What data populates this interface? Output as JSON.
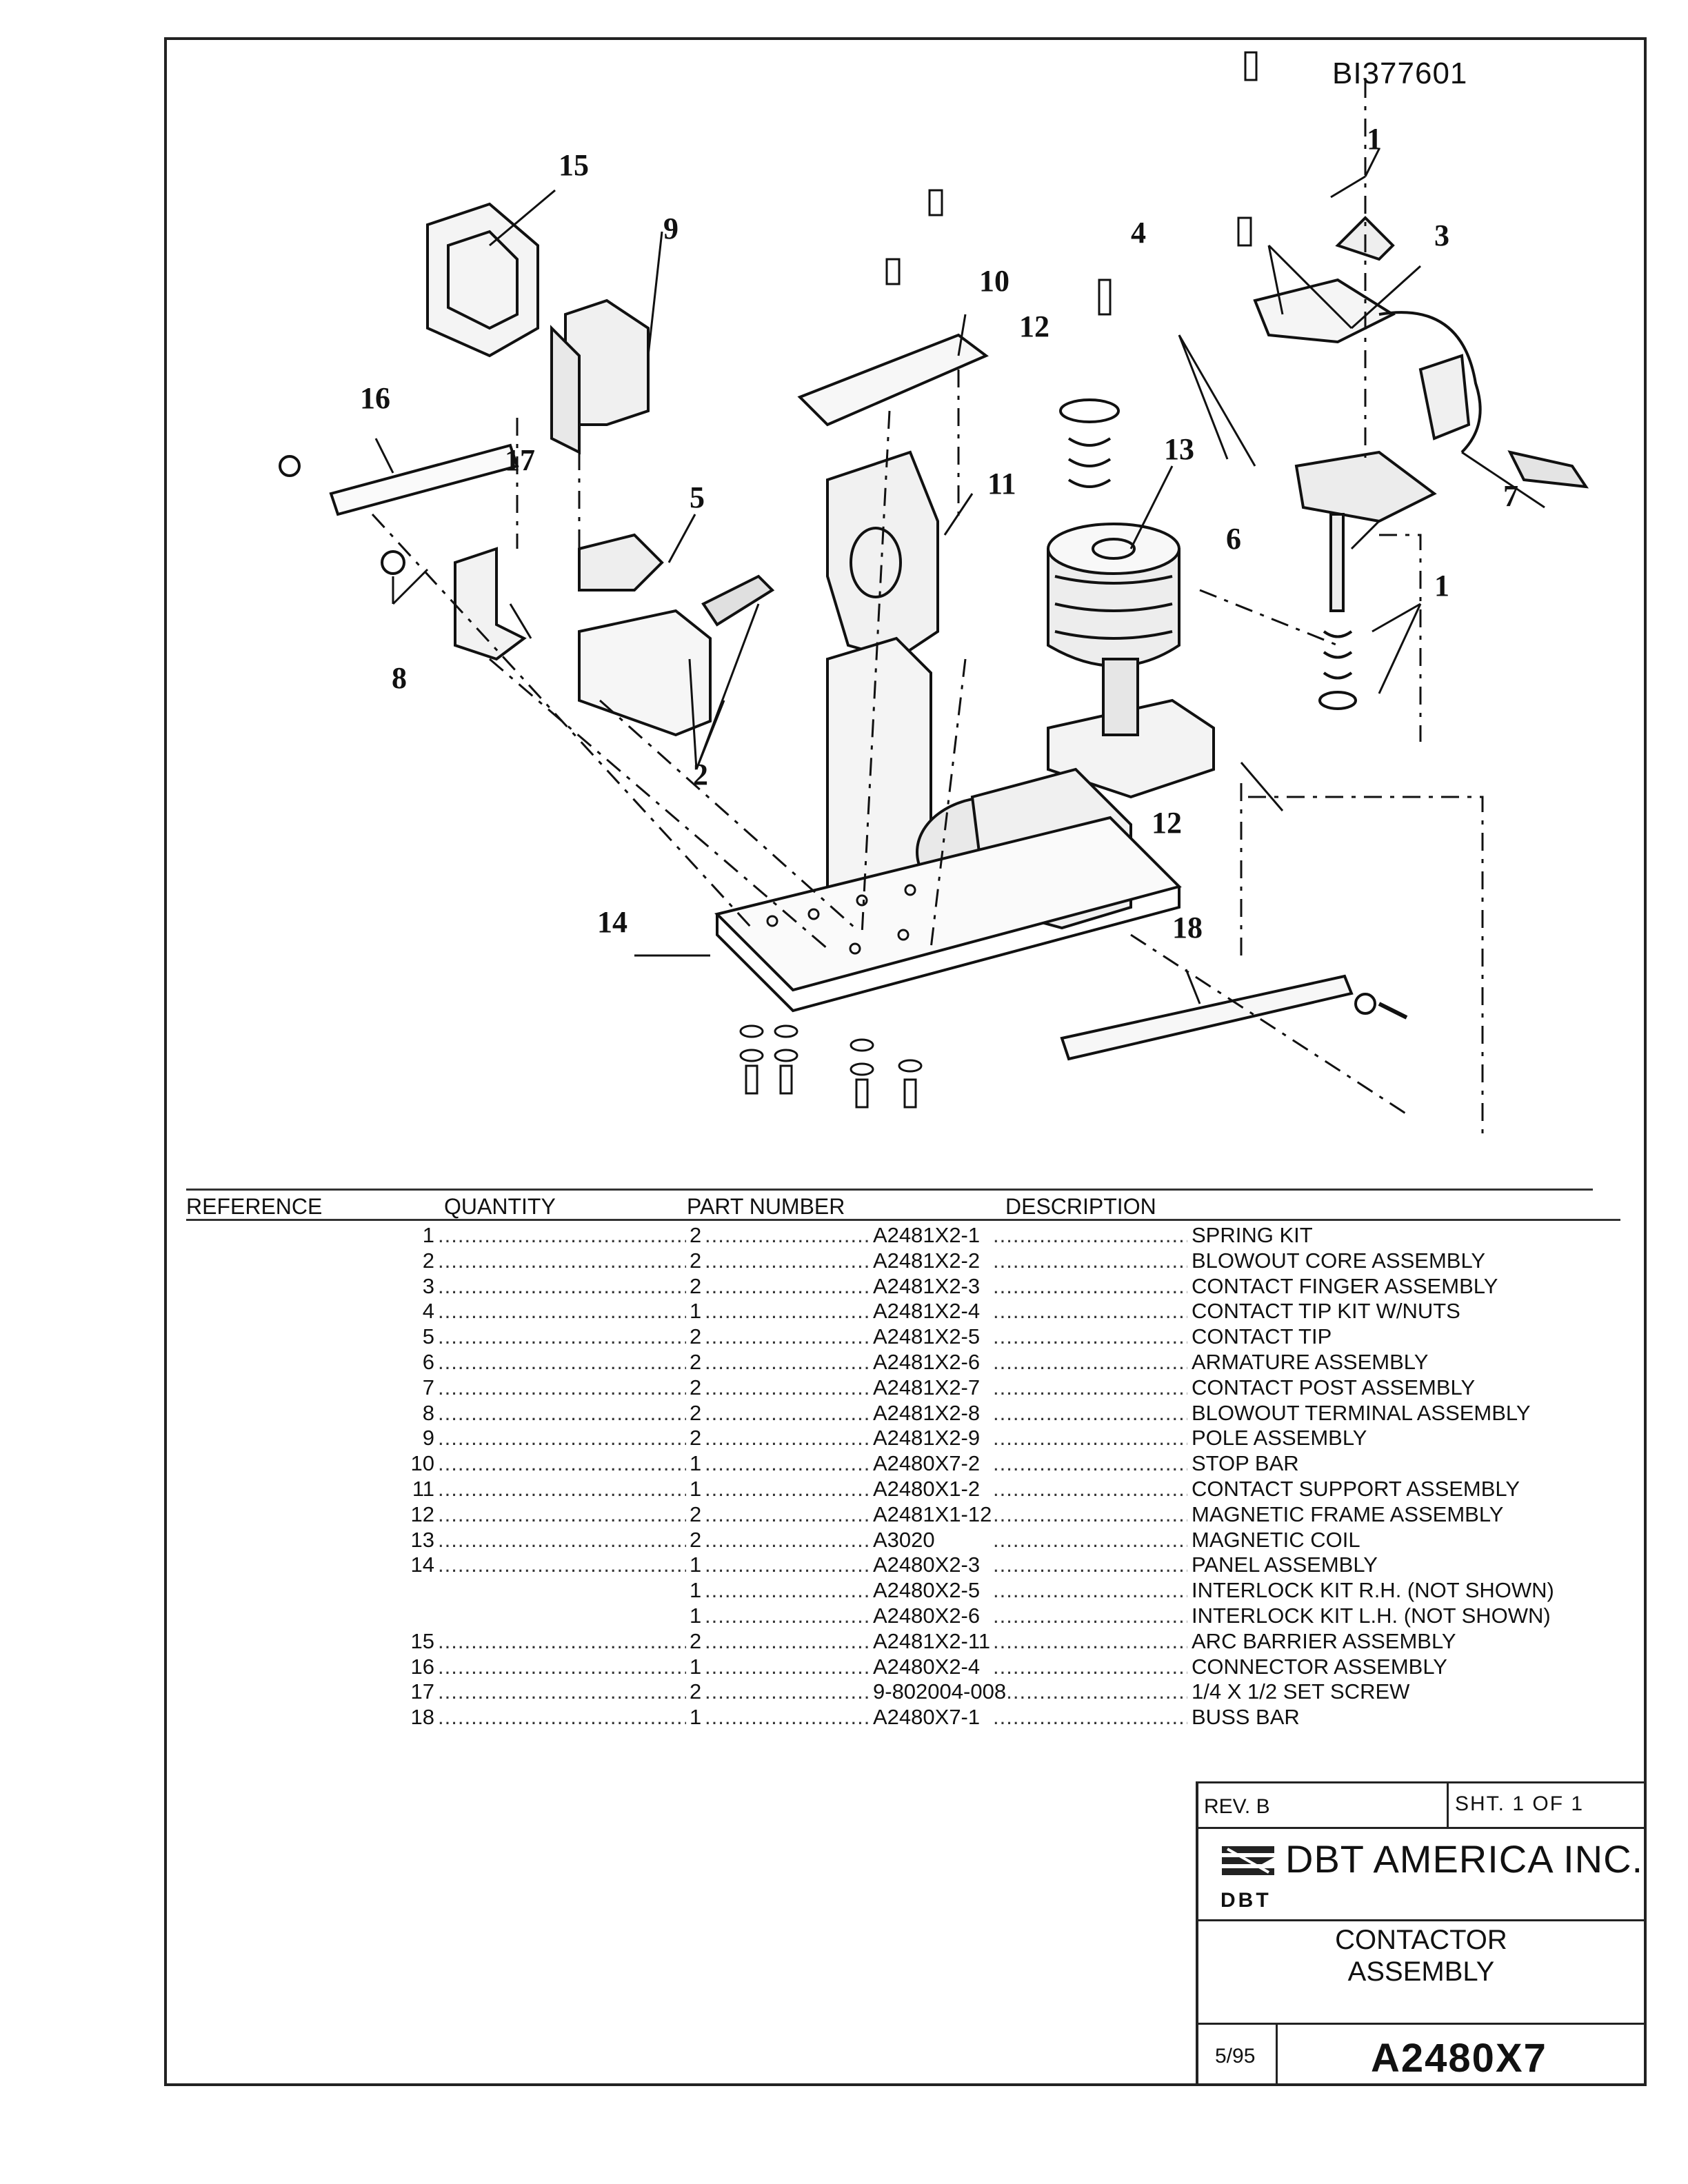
{
  "drawing_id": "BI377601",
  "callouts": [
    "15",
    "9",
    "16",
    "17",
    "5",
    "8",
    "2",
    "10",
    "11",
    "12",
    "13",
    "4",
    "1",
    "3",
    "7",
    "6",
    "1",
    "12",
    "14",
    "18"
  ],
  "parts_table": {
    "headers": {
      "reference": "REFERENCE",
      "quantity": "QUANTITY",
      "part_number": "PART NUMBER",
      "description": "DESCRIPTION"
    },
    "rows": [
      {
        "ref": "1",
        "qty": "2",
        "part": "A2481X2-1",
        "desc": "SPRING KIT"
      },
      {
        "ref": "2",
        "qty": "2",
        "part": "A2481X2-2",
        "desc": "BLOWOUT CORE ASSEMBLY"
      },
      {
        "ref": "3",
        "qty": "2",
        "part": "A2481X2-3",
        "desc": "CONTACT FINGER ASSEMBLY"
      },
      {
        "ref": "4",
        "qty": "1",
        "part": "A2481X2-4",
        "desc": "CONTACT TIP KIT W/NUTS"
      },
      {
        "ref": "5",
        "qty": "2",
        "part": "A2481X2-5",
        "desc": "CONTACT TIP"
      },
      {
        "ref": "6",
        "qty": "2",
        "part": "A2481X2-6",
        "desc": "ARMATURE ASSEMBLY"
      },
      {
        "ref": "7",
        "qty": "2",
        "part": "A2481X2-7",
        "desc": "CONTACT POST ASSEMBLY"
      },
      {
        "ref": "8",
        "qty": "2",
        "part": "A2481X2-8",
        "desc": "BLOWOUT TERMINAL ASSEMBLY"
      },
      {
        "ref": "9",
        "qty": "2",
        "part": "A2481X2-9",
        "desc": "POLE ASSEMBLY"
      },
      {
        "ref": "10",
        "qty": "1",
        "part": "A2480X7-2",
        "desc": "STOP BAR"
      },
      {
        "ref": "11",
        "qty": "1",
        "part": "A2480X1-2",
        "desc": "CONTACT SUPPORT ASSEMBLY"
      },
      {
        "ref": "12",
        "qty": "2",
        "part": "A2481X1-12",
        "desc": "MAGNETIC FRAME ASSEMBLY"
      },
      {
        "ref": "13",
        "qty": "2",
        "part": "A3020",
        "desc": "MAGNETIC COIL"
      },
      {
        "ref": "14",
        "qty": "1",
        "part": "A2480X2-3",
        "desc": "PANEL ASSEMBLY"
      },
      {
        "ref": "",
        "qty": "1",
        "part": "A2480X2-5",
        "desc": "INTERLOCK KIT R.H. (NOT SHOWN)"
      },
      {
        "ref": "",
        "qty": "1",
        "part": "A2480X2-6",
        "desc": "INTERLOCK KIT L.H. (NOT SHOWN)"
      },
      {
        "ref": "15",
        "qty": "2",
        "part": "A2481X2-11",
        "desc": "ARC BARRIER ASSEMBLY"
      },
      {
        "ref": "16",
        "qty": "1",
        "part": "A2480X2-4",
        "desc": "CONNECTOR ASSEMBLY"
      },
      {
        "ref": "17",
        "qty": "2",
        "part": "9-802004-008",
        "desc": "1/4 X 1/2 SET SCREW"
      },
      {
        "ref": "18",
        "qty": "1",
        "part": "A2480X7-1",
        "desc": "BUSS BAR"
      }
    ]
  },
  "title_block": {
    "rev": "REV. B",
    "sheet": "SHT. 1 OF 1",
    "company": "DBT AMERICA INC.",
    "company_abbr": "DBT",
    "title_line1": "CONTACTOR",
    "title_line2": "ASSEMBLY",
    "date": "5/95",
    "drawing_number": "A2480X7"
  },
  "dots": "......................................................................................................................................................"
}
